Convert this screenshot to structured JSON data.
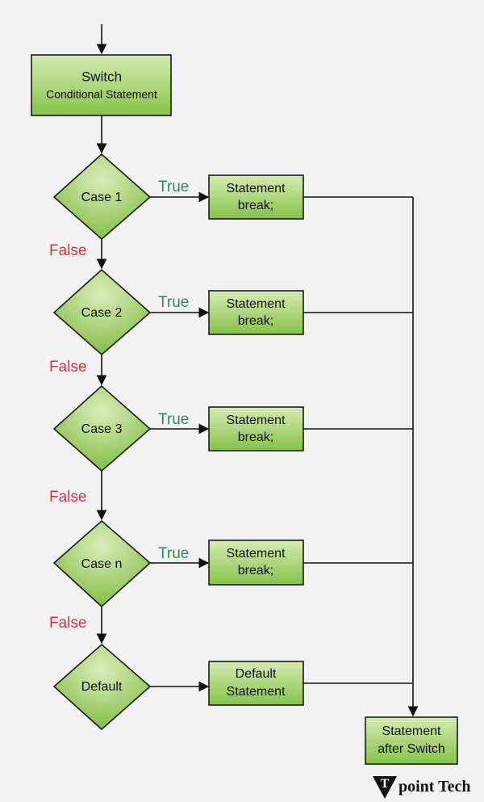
{
  "diagram": {
    "start": {
      "line1": "Switch",
      "line2": "Conditional Statement"
    },
    "cases": [
      {
        "label": "Case 1",
        "true_label": "True",
        "false_label": "False",
        "stmt_line1": "Statement",
        "stmt_line2": "break;"
      },
      {
        "label": "Case 2",
        "true_label": "True",
        "false_label": "False",
        "stmt_line1": "Statement",
        "stmt_line2": "break;"
      },
      {
        "label": "Case 3",
        "true_label": "True",
        "false_label": "False",
        "stmt_line1": "Statement",
        "stmt_line2": "break;"
      },
      {
        "label": "Case n",
        "true_label": "True",
        "false_label": "False",
        "stmt_line1": "Statement",
        "stmt_line2": "break;"
      }
    ],
    "default": {
      "label": "Default",
      "stmt_line1": "Default",
      "stmt_line2": "Statement"
    },
    "end": {
      "line1": "Statement",
      "line2": "after Switch"
    }
  },
  "logo": {
    "text": "point Tech",
    "letter": "T"
  },
  "colors": {
    "node_fill_light": "#cfe6a8",
    "node_fill_dark": "#7fbf3f",
    "true_label": "#2e8b57",
    "false_label": "#e0303a",
    "background": "#f2f2f2"
  }
}
